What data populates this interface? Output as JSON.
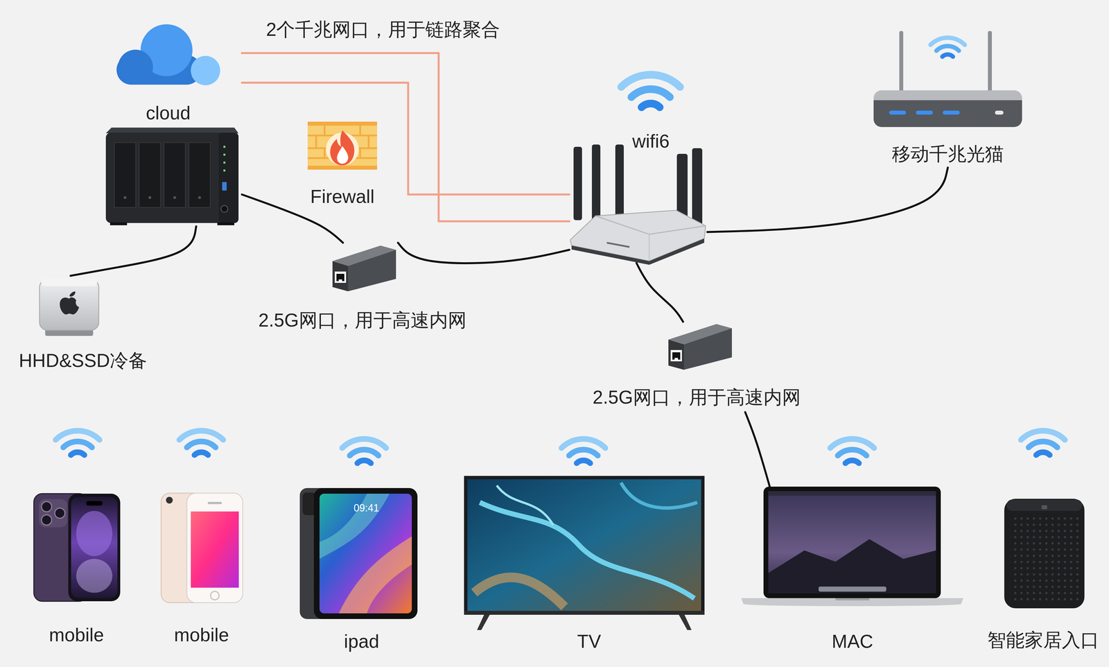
{
  "diagram": {
    "nodes": [
      {
        "text": [
          "cloud"
        ]
      },
      {
        "text": [
          "Firewall"
        ]
      },
      {
        "text": [
          "wifi6"
        ]
      },
      {
        "text": [
          "移动千兆光猫"
        ]
      },
      {
        "text": [
          "2.5G网口，用于高速内网"
        ]
      },
      {
        "text": [
          "HHD&SSD冷备"
        ]
      },
      {
        "text": [
          "2.5G网口，用于高速内网"
        ]
      },
      {
        "text": [
          "mobile"
        ]
      },
      {
        "text": [
          "mobile"
        ]
      },
      {
        "text": [
          "ipad"
        ]
      },
      {
        "text": [
          "TV"
        ]
      },
      {
        "text": [
          "MAC"
        ]
      },
      {
        "text": [
          "智能家居入口"
        ]
      }
    ],
    "edges": [
      {
        "from": 0,
        "to": 2,
        "label": "2个千兆网口，用于链路聚合",
        "arrow": "none"
      },
      {
        "from": 0,
        "to": 2,
        "arrow": "none"
      },
      {
        "from": 0,
        "to": 4,
        "arrow": "none"
      },
      {
        "from": 4,
        "to": 2,
        "arrow": "none"
      },
      {
        "from": 0,
        "to": 5,
        "arrow": "none"
      },
      {
        "from": 2,
        "to": 3,
        "arrow": "none"
      },
      {
        "from": 2,
        "to": 6,
        "arrow": "none"
      },
      {
        "from": 6,
        "to": 11,
        "arrow": "none"
      }
    ],
    "labels": [
      "09:41"
    ]
  }
}
